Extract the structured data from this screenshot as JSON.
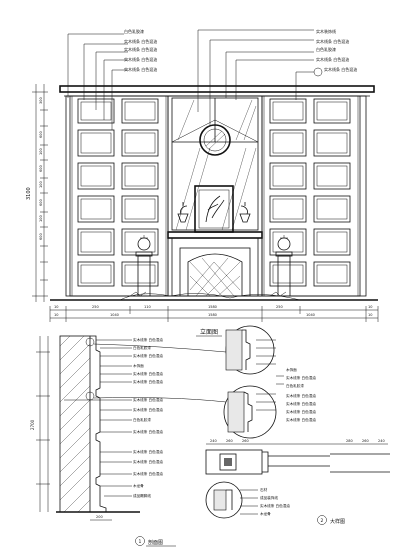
{
  "drawing": {
    "elevation_title": "立面图",
    "section_title": "剖面图",
    "section_marker": "1",
    "detail_marker": "2",
    "detail_label": "大样图"
  },
  "callouts": {
    "top_left": [
      "白色乳胶漆",
      "实木线条 白色混油",
      "实木线条 白色混油",
      "实木线条 白色混油",
      "实木线条 白色混油"
    ],
    "top_right": [
      "实木装饰线",
      "实木线条 白色混油",
      "白色乳胶漆",
      "实木线条 白色混油",
      "实木线条 白色混油"
    ],
    "section": [
      "实木线条 白色混油",
      "白色乳胶漆",
      "实木线条 白色混油",
      "木饰面",
      "实木线条 白色混油",
      "实木线条 白色混油",
      "实木线条 白色混油",
      "实木线条 白色混油",
      "白色乳胶漆",
      "实木线条 白色混油",
      "实木线条 白色混油",
      "实木线条 白色混油",
      "实木线条 白色混油",
      "木龙骨",
      "成品踢脚线"
    ],
    "detail_circle": [
      "木饰面",
      "实木线条 白色混油",
      "白色乳胶漆",
      "实木线条 白色混油",
      "实木线条 白色混油",
      "实木线条 白色混油",
      "实木线条 白色混油"
    ],
    "detail_bottom": [
      "石材",
      "成品装饰线",
      "实木线条 白色混油",
      "木龙骨"
    ]
  },
  "dimensions": {
    "elevation_height": "3100",
    "bottom_row_1": [
      "10",
      "250",
      "110",
      "1580",
      "250",
      "10"
    ],
    "bottom_row_2": [
      "10",
      "1040",
      "1580",
      "1040",
      "10"
    ],
    "detail_row": [
      "240",
      "260",
      "260",
      "280",
      "260",
      "240"
    ],
    "section_height": "2700",
    "section_depth": "200"
  },
  "left_dims": [
    "35",
    "300",
    "100",
    "600",
    "100",
    "600",
    "100",
    "600",
    "100",
    "600",
    "35"
  ],
  "colors": {
    "line": "#111111",
    "background": "#ffffff"
  }
}
